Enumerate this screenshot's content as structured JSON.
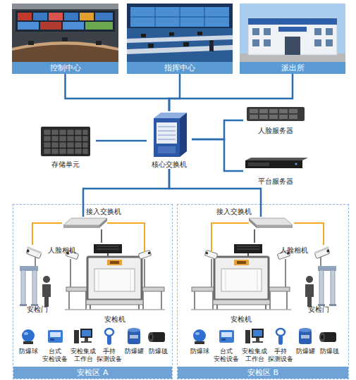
{
  "diagram": {
    "nodes": [
      {
        "text": [
          "控制中心"
        ]
      },
      {
        "text": [
          "指挥中心"
        ]
      },
      {
        "text": [
          "派出所"
        ]
      },
      {
        "text": [
          "核心交换机"
        ]
      },
      {
        "text": [
          "存储单元"
        ]
      },
      {
        "text": [
          "人脸服务器"
        ]
      },
      {
        "text": [
          "平台服务器"
        ]
      },
      {
        "text": [
          "安检区 A"
        ]
      },
      {
        "text": [
          "接入交换机"
        ],
        "in": 7
      },
      {
        "text": [
          "人脸相机"
        ],
        "in": 7
      },
      {
        "text": [
          "安检门"
        ],
        "in": 7
      },
      {
        "text": [
          "安检机"
        ],
        "in": 7
      },
      {
        "text": [
          "安检区 B"
        ]
      },
      {
        "text": [
          "接入交换机"
        ],
        "in": 12
      },
      {
        "text": [
          "人脸相机"
        ],
        "in": 12
      },
      {
        "text": [
          "安检门"
        ],
        "in": 12
      },
      {
        "text": [
          "安检机"
        ],
        "in": 12
      }
    ],
    "edges": [
      {
        "from": 0,
        "to": 3,
        "arrow": "none"
      },
      {
        "from": 1,
        "to": 3,
        "arrow": "none"
      },
      {
        "from": 2,
        "to": 3,
        "arrow": "none"
      },
      {
        "from": 4,
        "to": 3,
        "arrow": "none"
      },
      {
        "from": 3,
        "to": 5,
        "arrow": "none"
      },
      {
        "from": 3,
        "to": 6,
        "arrow": "none"
      },
      {
        "from": 3,
        "to": 8,
        "arrow": "none"
      },
      {
        "from": 3,
        "to": 13,
        "arrow": "none"
      },
      {
        "from": 8,
        "to": 9,
        "arrow": "none"
      },
      {
        "from": 8,
        "to": 11,
        "arrow": "none"
      },
      {
        "from": 8,
        "to": 11,
        "arrow": "none"
      },
      {
        "from": 13,
        "to": 14,
        "arrow": "none"
      },
      {
        "from": 13,
        "to": 16,
        "arrow": "none"
      },
      {
        "from": 13,
        "to": 16,
        "arrow": "none"
      }
    ],
    "labels": [
      "防爆球",
      "台式 安检设备",
      "安检集成 工作台",
      "手持 探测设备",
      "防爆罐",
      "防爆毯",
      "防爆球",
      "台式 安检设备",
      "安检集成 工作台",
      "手持 探测设备",
      "防爆罐",
      "防爆毯"
    ]
  }
}
